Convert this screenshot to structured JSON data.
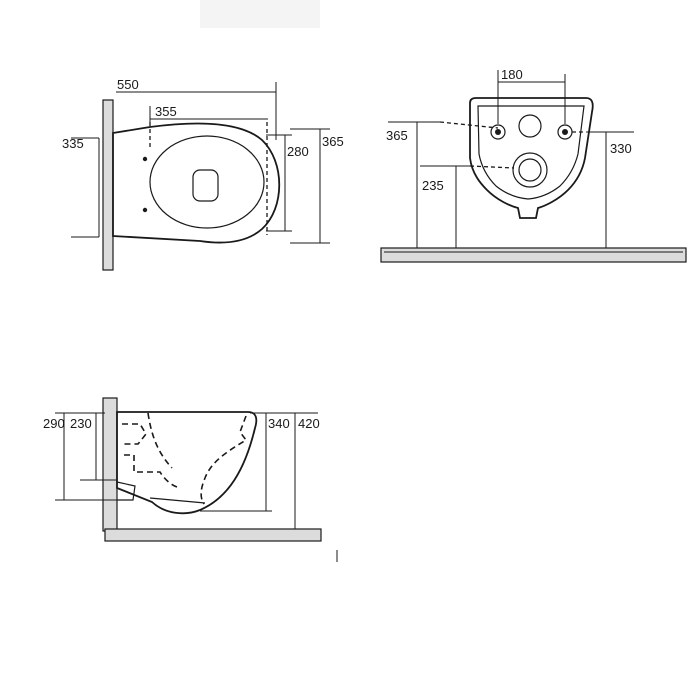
{
  "top_view": {
    "dim_550": "550",
    "dim_355": "355",
    "dim_335": "335",
    "dim_280": "280",
    "dim_365": "365"
  },
  "rear_view": {
    "dim_180": "180",
    "dim_365": "365",
    "dim_330": "330",
    "dim_235": "235"
  },
  "side_view": {
    "dim_290": "290",
    "dim_230": "230",
    "dim_340": "340",
    "dim_420": "420"
  },
  "colors": {
    "line": "#1a1a1a",
    "wall_fill": "#dcdcdc",
    "background": "#ffffff"
  }
}
